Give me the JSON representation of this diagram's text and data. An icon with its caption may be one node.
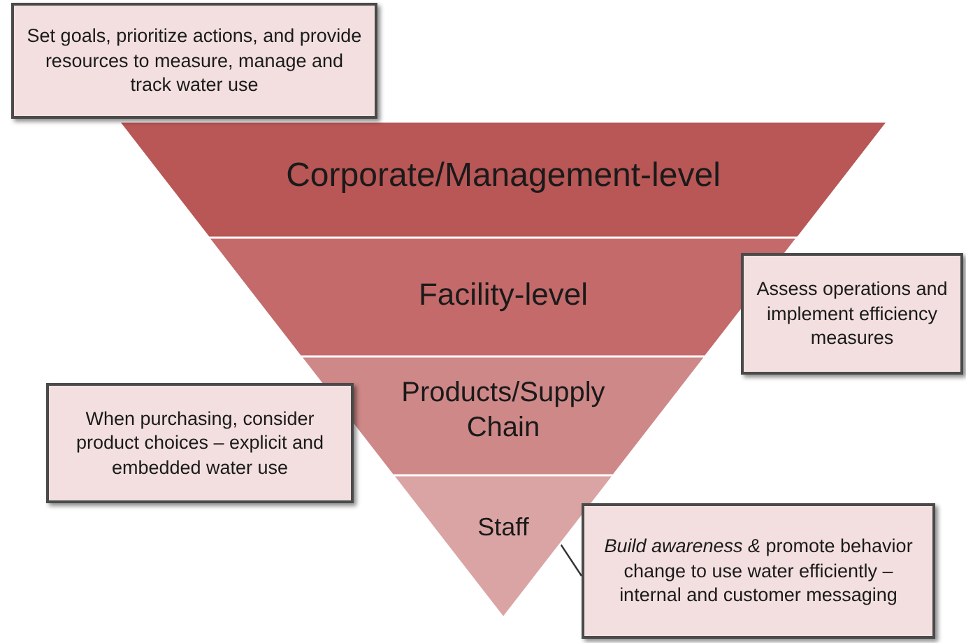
{
  "diagram": {
    "nodes": [
      {
        "text": [
          "Corporate/Management-level"
        ]
      },
      {
        "text": [
          "Facility-level"
        ]
      },
      {
        "text": [
          "Products/Supply Chain"
        ]
      },
      {
        "text": [
          "Staff"
        ]
      },
      {
        "text": [
          "Set goals, prioritize actions, and provide resources to measure, manage and track water use"
        ]
      },
      {
        "text": [
          "Assess operations and implement efficiency measures"
        ]
      },
      {
        "text": [
          "When purchasing, consider product choices – explicit and embedded water use"
        ]
      },
      {
        "text": [
          "*Build awareness &* promote behavior change to use water efficiently – internal and customer messaging"
        ]
      }
    ],
    "edges": [
      {
        "from": 7,
        "to": 3,
        "arrow": "none"
      }
    ]
  }
}
